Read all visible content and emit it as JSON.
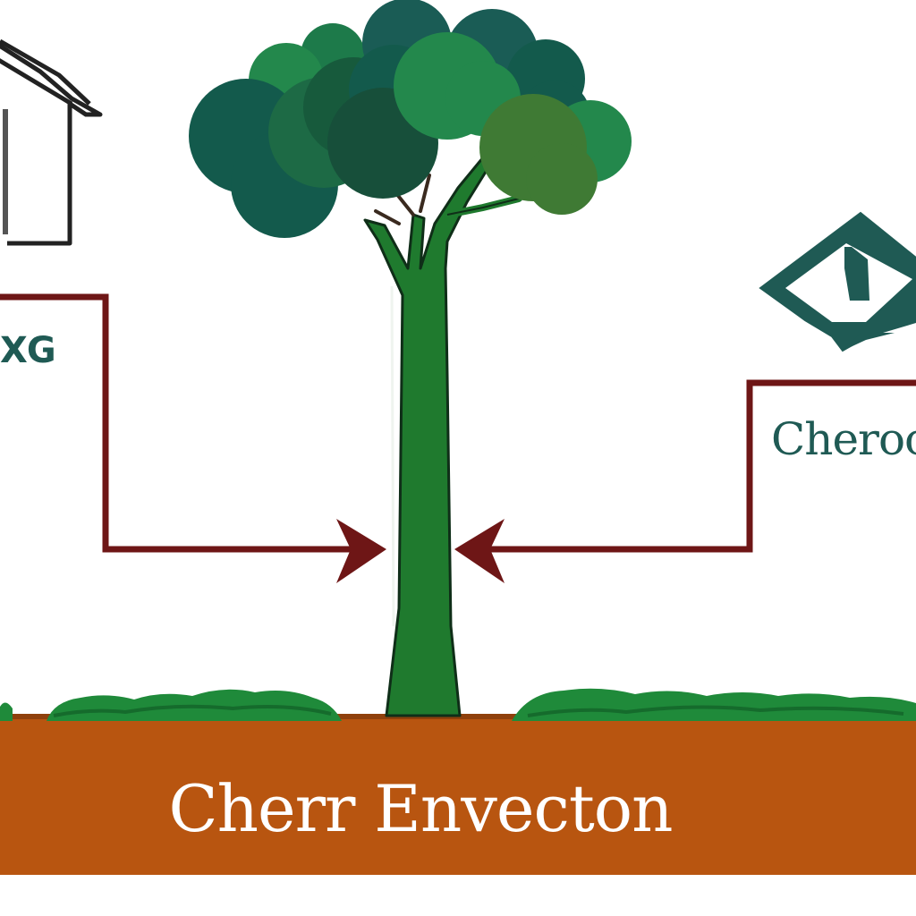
{
  "labels": {
    "left": "XG",
    "right": "Cheroc",
    "bottom": "Cherr Envecton"
  },
  "colors": {
    "connector": "#6e1616",
    "label_teal": "#1f5a54",
    "soil": "#b85510",
    "grass": "#1f8a3a",
    "trunk": "#1f7a2e",
    "canopy_dark": "#135a4c",
    "canopy_mid": "#1d6a45",
    "canopy_light": "#23884c",
    "canopy_olive": "#3f7a34",
    "bottom_text": "#ffffff"
  },
  "icons": {
    "top_left": "house-icon",
    "top_right": "diamond-emblem-icon"
  }
}
